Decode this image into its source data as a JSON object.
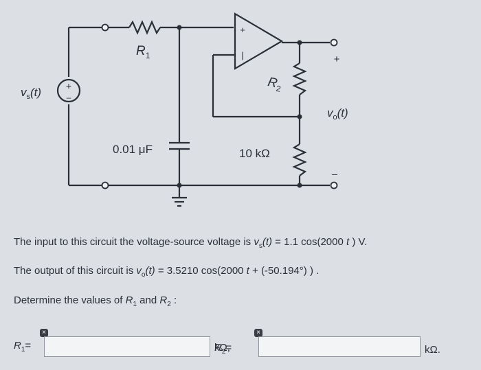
{
  "circuit": {
    "source_label": "v",
    "source_sub": "s",
    "source_arg": "(t)",
    "r1_label": "R",
    "r1_sub": "1",
    "r2_label": "R",
    "r2_sub": "2",
    "capacitor_label": "0.01 μF",
    "resistor_label": "10 kΩ",
    "output_label": "v",
    "output_sub": "o",
    "output_arg": "(t)",
    "plus_sign": "+",
    "minus_sign": "–",
    "opamp_plus": "+",
    "opamp_minus": "|"
  },
  "question": {
    "line1_pre": "The input to this circuit the voltage-source voltage is ",
    "line1_var": "v",
    "line1_sub": "s",
    "line1_arg": "(t)",
    "line1_eq": " = 1.1 cos(2000 ",
    "line1_t": "t",
    "line1_post": " ) V.",
    "line2_pre": "The output of this circuit is ",
    "line2_var": "v",
    "line2_sub": "o",
    "line2_arg": "(t)",
    "line2_eq": " = 3.5210 cos(2000 ",
    "line2_t": "t",
    "line2_post": " + (-50.194°) ) .",
    "line3_pre": "Determine the values of ",
    "line3_r1": "R",
    "line3_r1sub": "1",
    "line3_and": " and ",
    "line3_r2": "R",
    "line3_r2sub": "2",
    "line3_post": " :"
  },
  "answers": {
    "r1_label": "R",
    "r1_sub": "1",
    "eq1": " =",
    "unit1": "kΩ, ",
    "r2_label": "R",
    "r2_sub": "2",
    "eq2": " =",
    "unit2": "kΩ.",
    "r1_value": "",
    "r2_value": "",
    "badge_glyph": "×"
  }
}
